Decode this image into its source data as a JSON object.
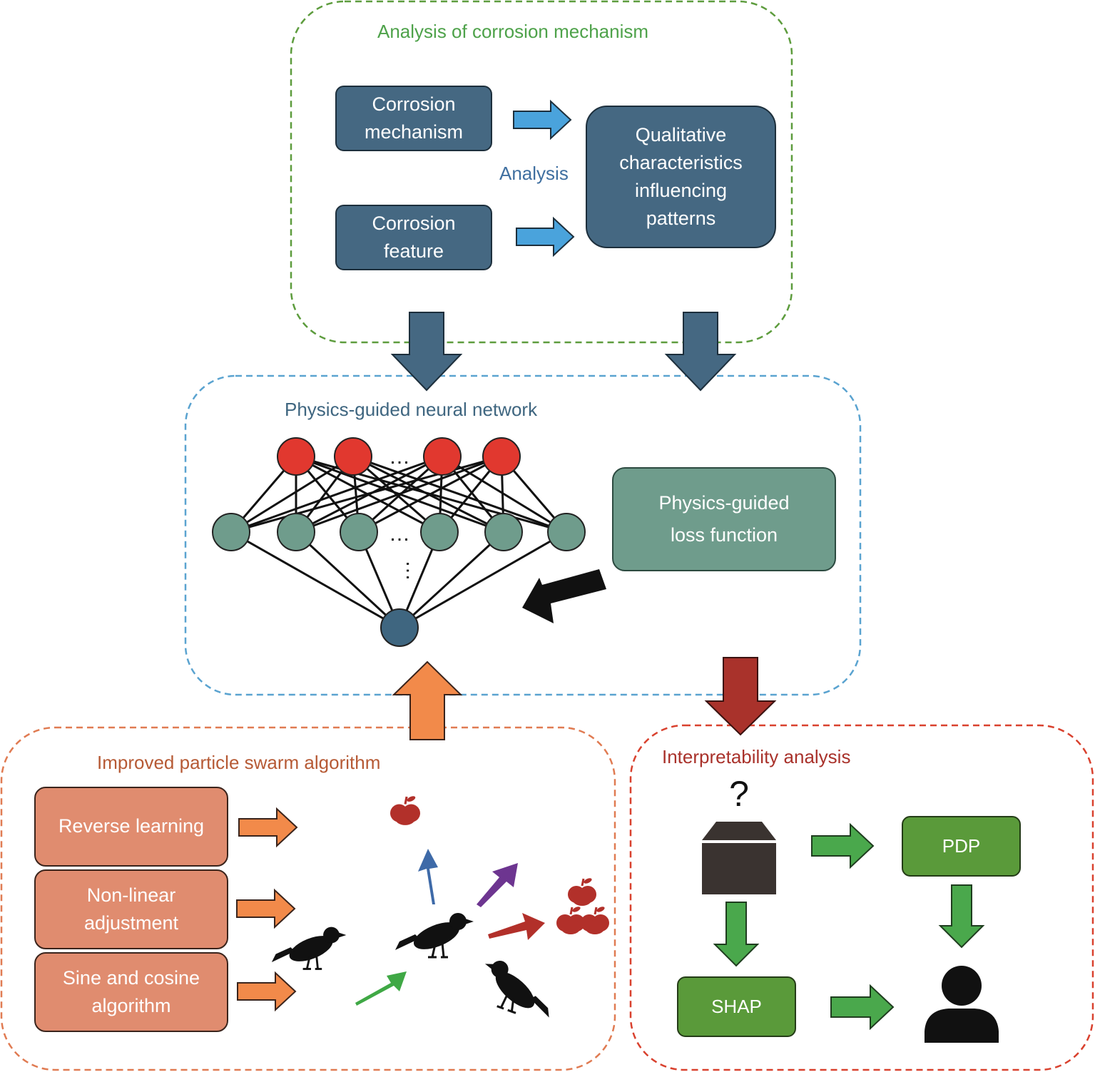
{
  "colors": {
    "green_frame": "#5d9c3d",
    "blue_frame": "#5aa3d0",
    "orange_frame": "#e07b52",
    "red_frame": "#d9412e",
    "dark_box": "#456882",
    "teal_box": "#6f9c8c",
    "salmon_box": "#e08c6f",
    "green_box": "#5a9a3a",
    "light_blue_arrow": "#4aa3dc",
    "orange_arrow": "#f28a4a",
    "dark_red_arrow": "#a9322b",
    "green_arrow": "#4aa84c",
    "neuron_red": "#e1382f",
    "neuron_green": "#6f9c8c",
    "neuron_output": "#3f6680"
  },
  "mechanism": {
    "title": "Analysis of corrosion mechanism",
    "box1": [
      "Corrosion",
      "mechanism"
    ],
    "box2": [
      "Corrosion",
      "feature"
    ],
    "analysis_label": "Analysis",
    "result": [
      "Qualitative",
      "characteristics",
      "influencing",
      "patterns"
    ]
  },
  "network": {
    "title": "Physics-guided neural network",
    "loss": [
      "Physics-guided",
      "loss function"
    ],
    "ellipsis": "…"
  },
  "swarm": {
    "title": "Improved particle swarm algorithm",
    "box1": [
      "Reverse learning"
    ],
    "box2": [
      "Non-linear",
      "adjustment"
    ],
    "box3": [
      "Sine and cosine",
      "algorithm"
    ]
  },
  "interpret": {
    "title": "Interpretability analysis",
    "question": "?",
    "pdp": "PDP",
    "shap": "SHAP"
  }
}
